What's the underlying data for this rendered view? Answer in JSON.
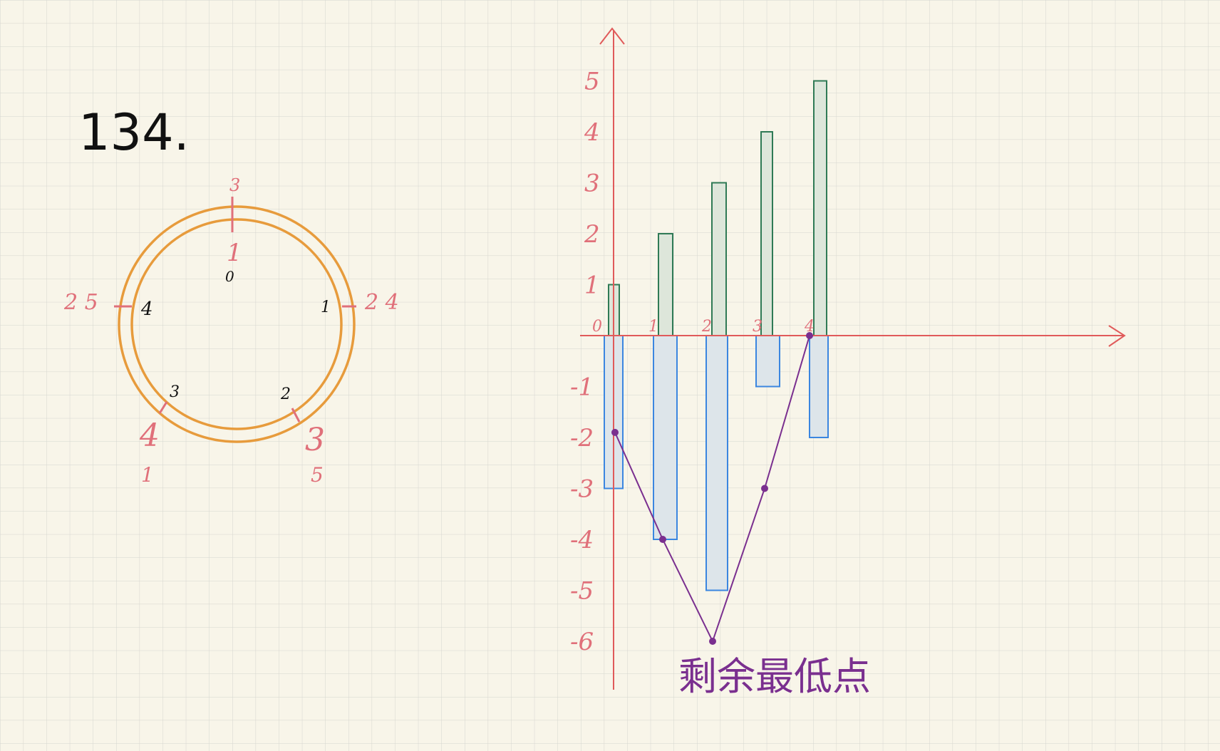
{
  "problem_label": "134.",
  "colors": {
    "paper": "#f8f5e9",
    "grid": "#d5d5cf",
    "axis": "#e05a5a",
    "ring": "#e79b3c",
    "gas_fill": "#dde6da",
    "gas_stroke": "#2f7a55",
    "cost_fill": "#dde5ea",
    "cost_stroke": "#3b86e0",
    "remaining_line": "#7a2f8f",
    "red_label": "#e0707a",
    "black_label": "#111111"
  },
  "ring_diagram": {
    "top_outer_label": "3",
    "top_inner_label": "1",
    "center_label": "0",
    "right_inner_label": "1",
    "right_outer_label": "2 4",
    "left_outer_label": "2 5",
    "left_inner_label": "4",
    "bottom_left_inner_label": "3",
    "bottom_left_outer_label": "4",
    "bottom_left_extra_label": "1",
    "bottom_right_inner_label": "2",
    "bottom_right_outer_label": "3",
    "bottom_right_extra_label": "5"
  },
  "annotation": "剩余最低点",
  "chart_data": {
    "type": "bar",
    "categories": [
      "0",
      "1",
      "2",
      "3",
      "4"
    ],
    "series": [
      {
        "values": [
          1,
          2,
          3,
          4,
          5
        ]
      },
      {
        "values": [
          -3,
          -4,
          -5,
          -1,
          -2
        ]
      },
      {
        "values": [
          -1.9,
          -4,
          -6,
          -3,
          0
        ]
      }
    ],
    "x_tick_labels": [
      "0",
      "1",
      "2",
      "3",
      "4"
    ],
    "y_tick_labels": [
      "5",
      "4",
      "3",
      "2",
      "1",
      "-1",
      "-2",
      "-3",
      "-4",
      "-5",
      "-6"
    ],
    "y_ticks": [
      5,
      4,
      3,
      2,
      1,
      -1,
      -2,
      -3,
      -4,
      -5,
      -6
    ],
    "ylim": [
      -7,
      6
    ],
    "title": "",
    "xlabel": "",
    "ylabel": "",
    "grid": true
  }
}
